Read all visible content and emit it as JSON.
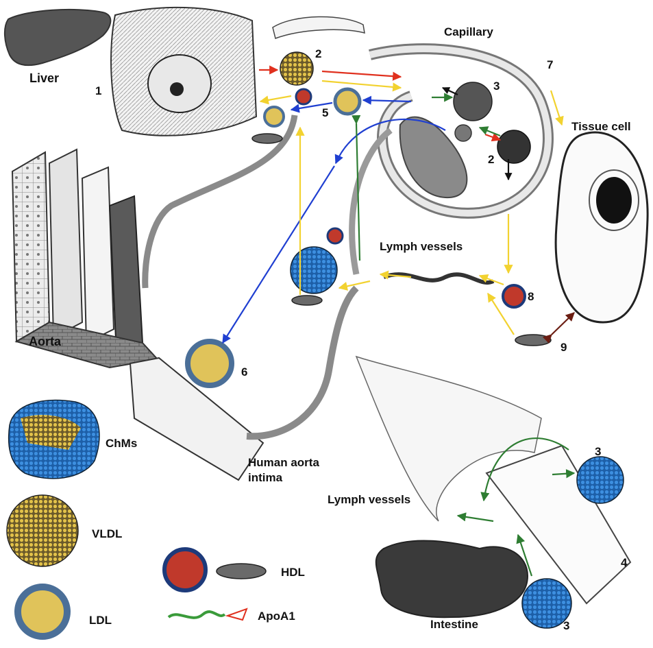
{
  "labels": {
    "liver": "Liver",
    "capillary": "Capillary",
    "tissue_cell": "Tissue cell",
    "lymph_vessels_top": "Lymph vessels",
    "lymph_vessels_bottom": "Lymph vessels",
    "aorta": "Aorta",
    "aorta_intima_line1": "Human aorta",
    "aorta_intima_line2": "intima",
    "intestine": "Intestine"
  },
  "numbers": {
    "n1": "1",
    "n2_liver": "2",
    "n2_capillary": "2",
    "n3_capillary": "3",
    "n3_intestine_top": "3",
    "n3_intestine_bottom": "3",
    "n4": "4",
    "n5": "5",
    "n6": "6",
    "n7": "7",
    "n8": "8",
    "n9": "9"
  },
  "legend": {
    "chms": "ChMs",
    "vldl": "VLDL",
    "ldl": "LDL",
    "hdl": "HDL",
    "apoa1": "ApoA1"
  },
  "colors": {
    "arrow_red": "#e0301e",
    "arrow_yellow": "#f2d230",
    "arrow_green": "#2e7d32",
    "arrow_blue": "#1f3fd1",
    "arrow_brown": "#6b1d12",
    "chm_blue": "#2a78c8",
    "vldl_gold": "#d8b23a",
    "ldl_blue": "#5b7fa8",
    "hdl_red": "#c0392b",
    "organ_dark": "#4a4a4a"
  }
}
